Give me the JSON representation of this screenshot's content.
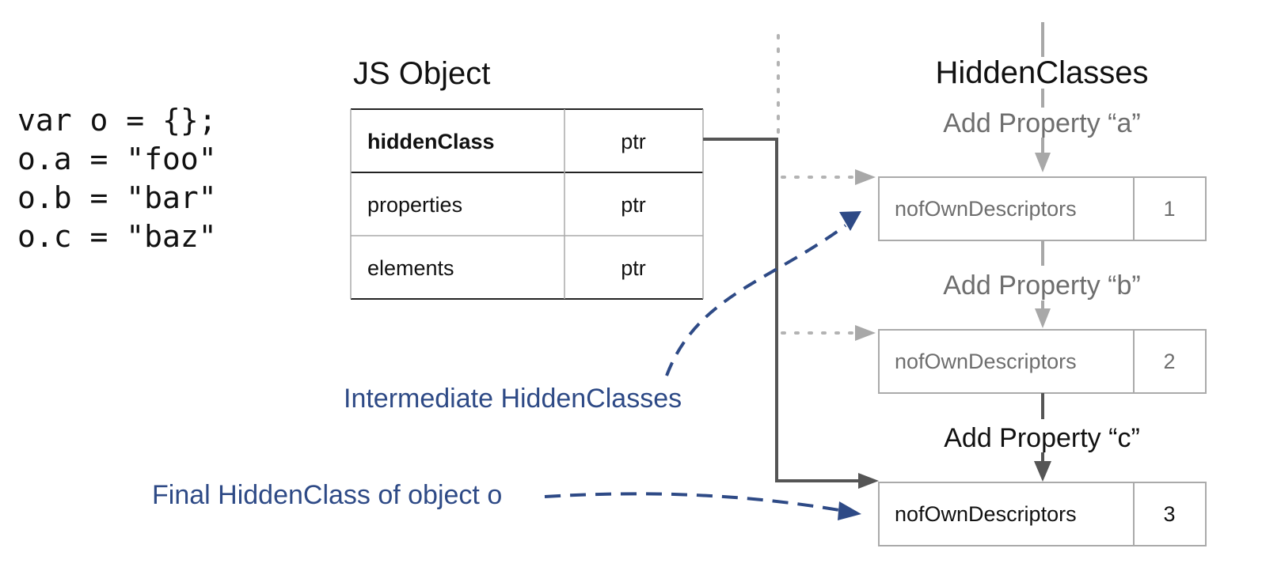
{
  "code": {
    "lines": [
      "var o = {};",
      "o.a = \"foo\"",
      "o.b = \"bar\"",
      "o.c = \"baz\""
    ]
  },
  "js_object": {
    "title": "JS Object",
    "rows": [
      {
        "name": "hiddenClass",
        "value": "ptr"
      },
      {
        "name": "properties",
        "value": "ptr"
      },
      {
        "name": "elements",
        "value": "ptr"
      }
    ]
  },
  "hidden_classes": {
    "title": "HiddenClasses",
    "transitions": [
      "Add Property “a”",
      "Add Property “b”",
      "Add Property “c”"
    ],
    "boxes": [
      {
        "label": "nofOwnDescriptors",
        "count": "1"
      },
      {
        "label": "nofOwnDescriptors",
        "count": "2"
      },
      {
        "label": "nofOwnDescriptors",
        "count": "3"
      }
    ]
  },
  "annotations": {
    "intermediate": "Intermediate HiddenClasses",
    "final": "Final HiddenClass of object  o"
  },
  "colors": {
    "gray_text": "#6e6e6e",
    "gray_line": "#a8a8a8",
    "dark_line": "#555555",
    "blue": "#2e4a86",
    "dotted": "#b3b3b3"
  }
}
